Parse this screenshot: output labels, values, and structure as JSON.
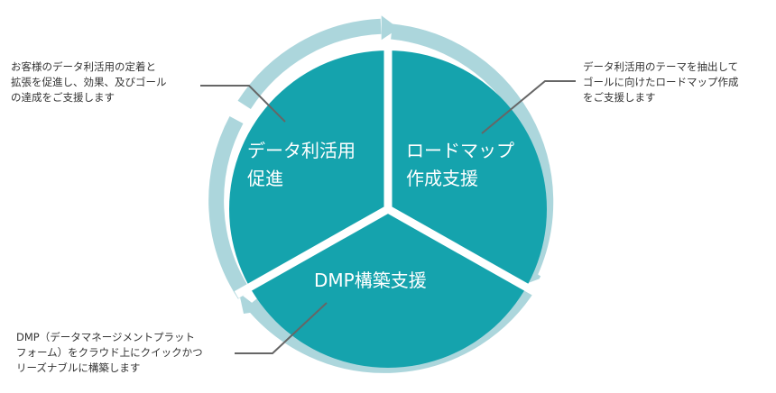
{
  "colors": {
    "ring": "#acd6dc",
    "segment": "#15a3ad",
    "divider": "#ffffff",
    "callout_line": "#666666",
    "text": "#333333"
  },
  "segments": {
    "left": "データ利活用\n促進",
    "right": "ロードマップ\n作成支援",
    "bottom": "DMP構築支援"
  },
  "notes": {
    "left": "お客様のデータ利活用の定着と\n拡張を促進し、効果、及びゴール\nの達成をご支援します",
    "right": "データ利活用のテーマを抽出して\nゴールに向けたロードマップ作成\nをご支援します",
    "bottom": "DMP（データマネージメントプラット\nフォーム）をクラウド上にクイックかつ\nリーズナブルに構築します"
  }
}
